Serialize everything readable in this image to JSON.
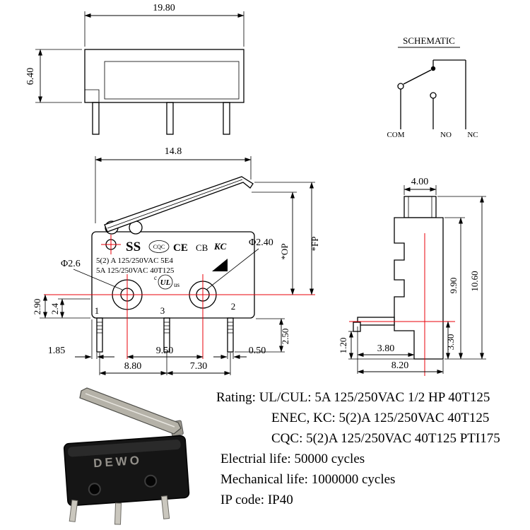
{
  "top_view": {
    "dim_width": "19.80",
    "dim_height": "6.40"
  },
  "schematic": {
    "title": "SCHEMATIC",
    "labels": {
      "com": "COM",
      "no": "NO",
      "nc": "NC"
    }
  },
  "front_view": {
    "dim_width": "14.8",
    "markings": {
      "brand": "SS",
      "cqc": "CQC",
      "ce": "CE",
      "cb": "CB",
      "kc": "KC",
      "rating1": "5(2) A 125/250VAC 5E4",
      "rating2": "5A 125/250VAC 40T125",
      "ul_c": "c",
      "ul": "UL",
      "ul_us": "us"
    },
    "callouts": {
      "hole_left": "Φ2.6",
      "hole_right": "Φ2.40",
      "fp": "*FP",
      "op": "*OP"
    },
    "pins": {
      "pin1": "1",
      "pin3": "3",
      "pin2": "2"
    },
    "dims": {
      "d290": "2.90",
      "d24": "2.4",
      "d185": "1.85",
      "d950": "9.50",
      "d050": "0.50",
      "d880": "8.80",
      "d730": "7.30",
      "d250": "2.50"
    }
  },
  "side_view": {
    "dims": {
      "d400": "4.00",
      "d990": "9.90",
      "d1060": "10.60",
      "d380": "3.80",
      "d820": "8.20",
      "d120": "1.20",
      "d330": "3.30"
    }
  },
  "photo": {
    "brand": "DEWO"
  },
  "specs": {
    "lines": [
      "Rating: UL/CUL: 5A 125/250VAC 1/2 HP 40T125",
      "ENEC, KC: 5(2)A 125/250VAC 40T125",
      "CQC: 5(2)A 125/250VAC 40T125 PTI175",
      "Electrial life: 50000 cycles",
      "Mechanical life: 1000000 cycles",
      "IP code: IP40"
    ]
  },
  "colors": {
    "accent_red": "#e8000a",
    "body_black": "#151515"
  }
}
